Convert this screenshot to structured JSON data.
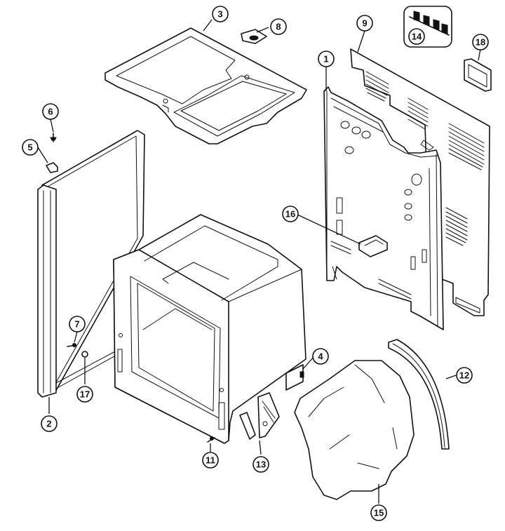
{
  "parts": [
    {
      "key": "p1",
      "label": "1"
    },
    {
      "key": "p2",
      "label": "2"
    },
    {
      "key": "p3",
      "label": "3"
    },
    {
      "key": "p4",
      "label": "4"
    },
    {
      "key": "p5",
      "label": "5"
    },
    {
      "key": "p6",
      "label": "6"
    },
    {
      "key": "p7",
      "label": "7"
    },
    {
      "key": "p8",
      "label": "8"
    },
    {
      "key": "p9",
      "label": "9"
    },
    {
      "key": "p11",
      "label": "11"
    },
    {
      "key": "p12",
      "label": "12"
    },
    {
      "key": "p13",
      "label": "13"
    },
    {
      "key": "p14",
      "label": "14"
    },
    {
      "key": "p15",
      "label": "15"
    },
    {
      "key": "p16",
      "label": "16"
    },
    {
      "key": "p17",
      "label": "17"
    },
    {
      "key": "p18",
      "label": "18"
    }
  ]
}
